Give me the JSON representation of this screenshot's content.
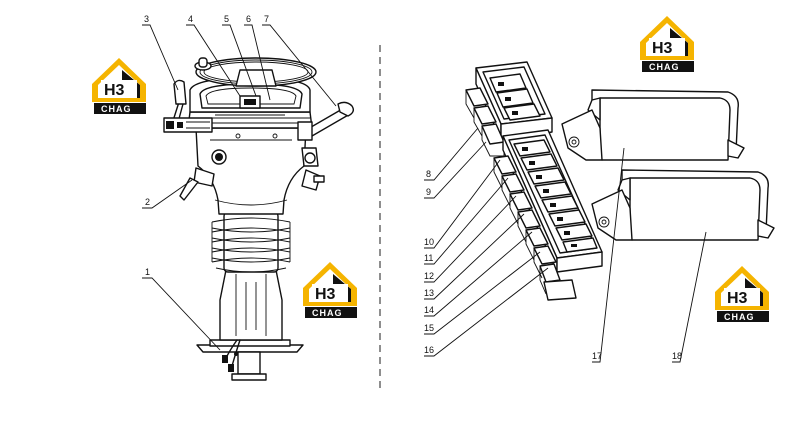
{
  "logo": {
    "mark": "H3",
    "word": "CHAG",
    "colors": {
      "accent": "#f5b400",
      "dark": "#111111",
      "light": "#ffffff"
    }
  },
  "callouts": [
    {
      "id": "1",
      "label": "1"
    },
    {
      "id": "2",
      "label": "2"
    },
    {
      "id": "3",
      "label": "3"
    },
    {
      "id": "4",
      "label": "4"
    },
    {
      "id": "5",
      "label": "5"
    },
    {
      "id": "6",
      "label": "6"
    },
    {
      "id": "7",
      "label": "7"
    },
    {
      "id": "8",
      "label": "8"
    },
    {
      "id": "9",
      "label": "9"
    },
    {
      "id": "10",
      "label": "10"
    },
    {
      "id": "11",
      "label": "11"
    },
    {
      "id": "12",
      "label": "12"
    },
    {
      "id": "13",
      "label": "13"
    },
    {
      "id": "14",
      "label": "14"
    },
    {
      "id": "15",
      "label": "15"
    },
    {
      "id": "16",
      "label": "16"
    },
    {
      "id": "17",
      "label": "17"
    },
    {
      "id": "18",
      "label": "18"
    }
  ]
}
